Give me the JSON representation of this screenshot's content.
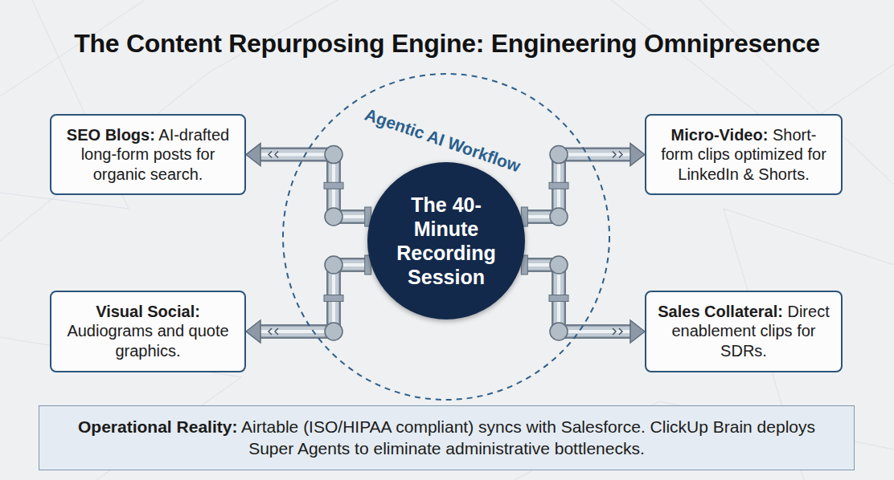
{
  "diagram": {
    "title": "The Content Repurposing Engine: Engineering Omnipresence",
    "nodes": [
      {
        "text": [
          "Agentic AI Workflow"
        ]
      },
      {
        "text": [
          "The 40-Minute Recording Session"
        ],
        "in": 0
      },
      {
        "text": [
          "SEO Blogs:",
          "AI-drafted long-form posts for organic search."
        ]
      },
      {
        "text": [
          "Micro-Video:",
          "Short-form clips optimized for LinkedIn & Shorts."
        ]
      },
      {
        "text": [
          "Visual Social:",
          "Audiograms and quote graphics."
        ]
      },
      {
        "text": [
          "Sales Collateral:",
          "Direct enablement clips for SDRs."
        ]
      },
      {
        "text": [
          "Operational Reality:",
          "Airtable (ISO/HIPAA compliant) syncs with Salesforce. ClickUp Brain deploys Super Agents to eliminate administrative bottlenecks."
        ]
      }
    ],
    "edges": [
      {
        "from": 1,
        "to": 2,
        "arrow": "to"
      },
      {
        "from": 1,
        "to": 3,
        "arrow": "to"
      },
      {
        "from": 1,
        "to": 4,
        "arrow": "to"
      },
      {
        "from": 1,
        "to": 5,
        "arrow": "to"
      }
    ]
  }
}
